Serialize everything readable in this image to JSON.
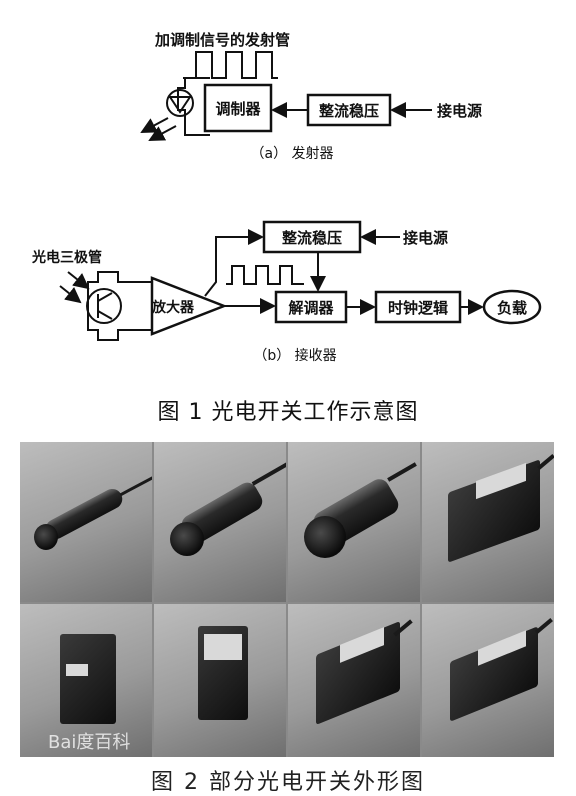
{
  "fig_a": {
    "signal_label": "加调制信号的发射管",
    "modulator": "调制器",
    "regulator": "整流稳压",
    "power": "接电源",
    "caption": "（a） 发射器"
  },
  "fig_b": {
    "phototransistor": "光电三极管",
    "regulator": "整流稳压",
    "power": "接电源",
    "amplifier": "放大器",
    "demodulator": "解调器",
    "clock_logic": "时钟逻辑",
    "load": "负载",
    "caption": "（b） 接收器"
  },
  "fig1_caption": "图 1  光电开关工作示意图",
  "fig2_caption": "图 2  部分光电开关外形图",
  "watermark": "Bai度百科"
}
